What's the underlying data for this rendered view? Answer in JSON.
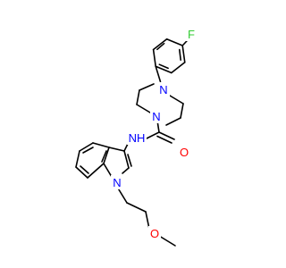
{
  "molecule": {
    "atoms": {
      "fluorine": {
        "symbol": "F",
        "color": "#33cc33"
      },
      "n_piperazine_top": {
        "symbol": "N",
        "color": "#0000ff"
      },
      "n_piperazine_bottom": {
        "symbol": "N",
        "color": "#0000ff"
      },
      "n_amide": {
        "symbol": "NH",
        "color": "#0000ff"
      },
      "o_carbonyl": {
        "symbol": "O",
        "color": "#ff0000"
      },
      "n_indole": {
        "symbol": "N",
        "color": "#0000ff"
      },
      "o_ether": {
        "symbol": "O",
        "color": "#ff0000"
      }
    }
  }
}
